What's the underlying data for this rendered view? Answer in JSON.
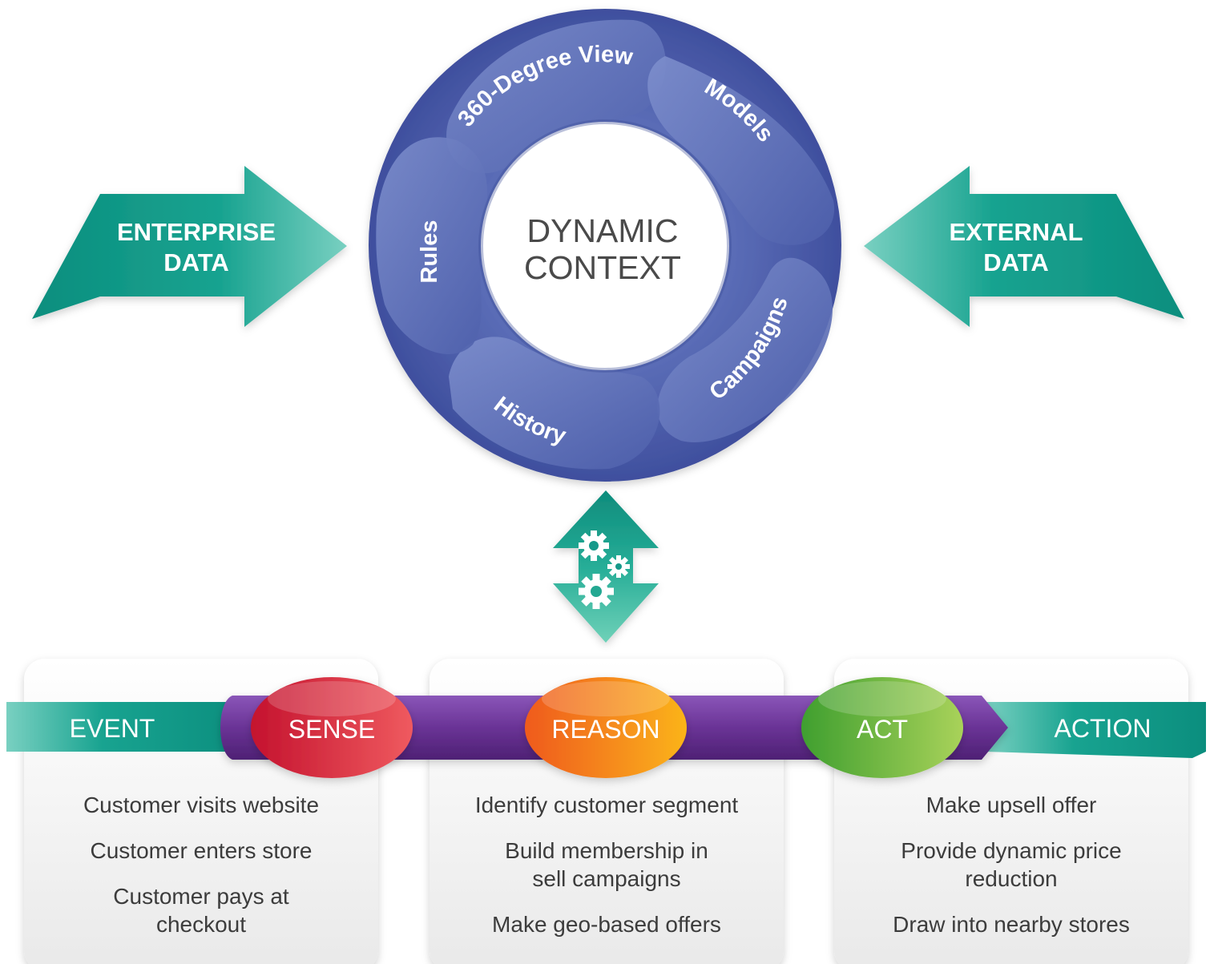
{
  "center": {
    "line1": "DYNAMIC",
    "line2": "CONTEXT"
  },
  "ring_segments": [
    "360-Degree View",
    "Models",
    "Campaigns",
    "History",
    "Rules"
  ],
  "left_arrow": {
    "line1": "ENTERPRISE",
    "line2": "DATA"
  },
  "right_arrow": {
    "line1": "EXTERNAL",
    "line2": "DATA"
  },
  "process": {
    "start": "EVENT",
    "end": "ACTION",
    "steps": [
      "SENSE",
      "REASON",
      "ACT"
    ]
  },
  "panels": {
    "sense": {
      "item1": "Customer visits website",
      "item2": "Customer enters store",
      "item3_line1": "Customer pays at",
      "item3_line2": "checkout"
    },
    "reason": {
      "item1": "Identify customer segment",
      "item2_line1": "Build membership in",
      "item2_line2": "sell campaigns",
      "item3": "Make geo-based offers"
    },
    "act": {
      "item1": "Make upsell offer",
      "item2_line1": "Provide dynamic price",
      "item2_line2": "reduction",
      "item3": "Draw into nearby stores"
    }
  },
  "colors": {
    "ring": "#4f62ad",
    "teal": "#14a18d",
    "purple": "#6b3597",
    "sense": "#d8243a",
    "reason": "#f58a1f",
    "act": "#6fb52e",
    "text": "#4a4a4a"
  }
}
